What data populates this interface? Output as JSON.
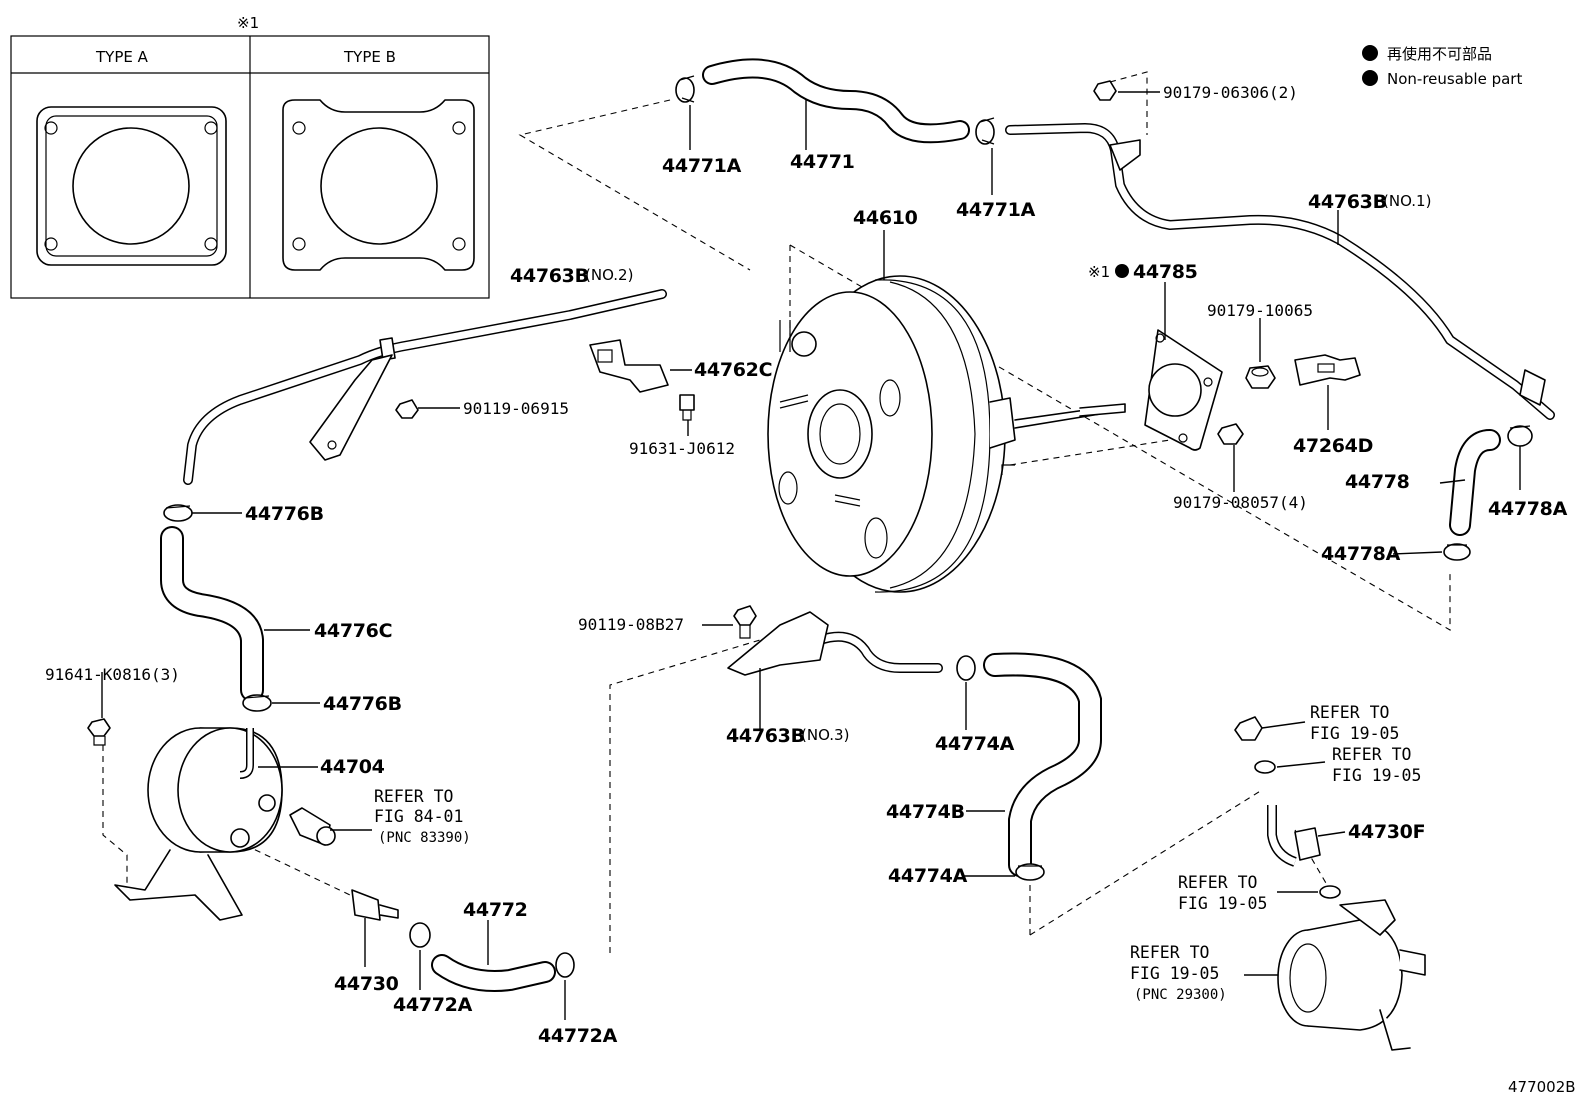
{
  "legend": {
    "bullet_color": "#000000",
    "line1": "再使用不可部品",
    "line2": "Non-reusable part"
  },
  "inset": {
    "marker": "※1",
    "type_a": "TYPE A",
    "type_b": "TYPE B"
  },
  "labels": {
    "p44771A_top": "44771A",
    "p44771": "44771",
    "p44771A_mid": "44771A",
    "p90179_06306": "90179-06306(2)",
    "p44763B_no1": "44763B",
    "p44763B_no1_suffix": "(NO.1)",
    "p44763B_no2": "44763B",
    "p44763B_no2_suffix": "(NO.2)",
    "p44610": "44610",
    "p44785_marker": "※1",
    "p44785": "44785",
    "p90179_10065": "90179-10065",
    "p47264D": "47264D",
    "p44762C": "44762C",
    "p90119_06915": "90119-06915",
    "p91631_J0612": "91631-J0612",
    "p44778": "44778",
    "p44778A_right": "44778A",
    "p44778A_lower": "44778A",
    "p90179_08057": "90179-08057(4)",
    "p44776B_top": "44776B",
    "p44776C": "44776C",
    "p44776B_bot": "44776B",
    "p91641_K0816": "91641-K0816(3)",
    "p44704": "44704",
    "p90119_08B27": "90119-08B27",
    "p44763B_no3": "44763B",
    "p44763B_no3_suffix": "(NO.3)",
    "p44774A_top": "44774A",
    "p44774B": "44774B",
    "p44774A_bot": "44774A",
    "p44772": "44772",
    "p44730": "44730",
    "p44772A_left": "44772A",
    "p44772A_right": "44772A",
    "p44730F": "44730F"
  },
  "refs": {
    "r84_line1": "REFER TO",
    "r84_line2": "FIG 84-01",
    "r84_line3": "(PNC 83390)",
    "r1905a_line1": "REFER TO",
    "r1905a_line2": "FIG 19-05",
    "r1905b_line1": "REFER TO",
    "r1905b_line2": "FIG 19-05",
    "r1905c_line1": "REFER TO",
    "r1905c_line2": "FIG 19-05",
    "r1905d_line1": "REFER TO",
    "r1905d_line2": "FIG 19-05",
    "r1905d_line3": "(PNC 29300)"
  },
  "figure_number": "477002B"
}
